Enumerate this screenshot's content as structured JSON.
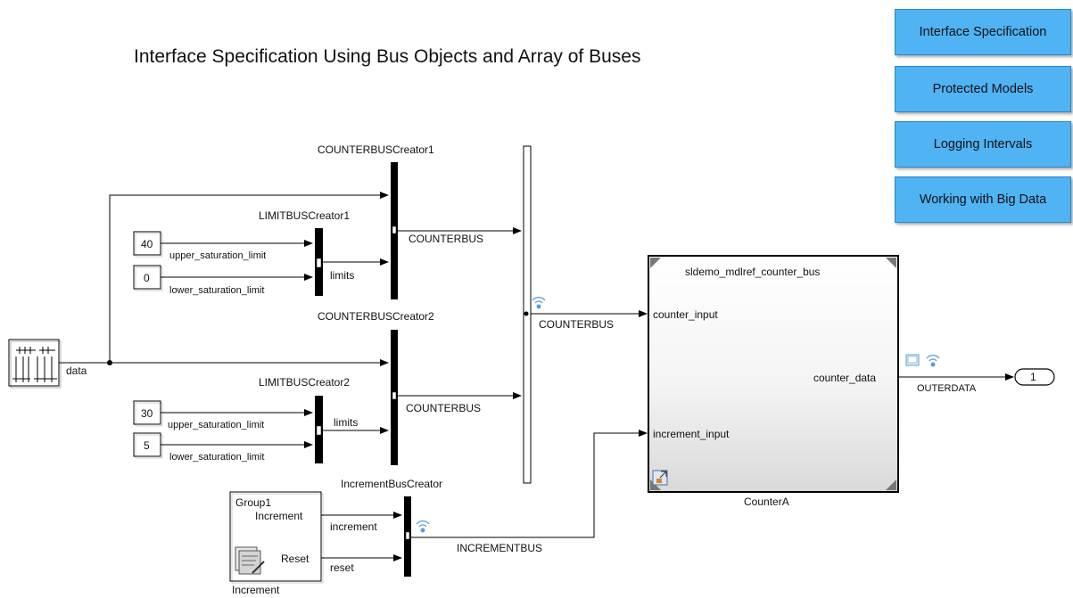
{
  "title": "Interface Specification Using Bus Objects and Array of Buses",
  "nav_buttons": [
    "Interface Specification",
    "Protected Models",
    "Logging Intervals",
    "Working with Big Data"
  ],
  "blocks": {
    "counter_bus_creator1": "COUNTERBUSCreator1",
    "counter_bus_creator2": "COUNTERBUSCreator2",
    "limit_bus_creator1": "LIMITBUSCreator1",
    "limit_bus_creator2": "LIMITBUSCreator2",
    "increment_bus_creator": "IncrementBusCreator",
    "const_upper1": "40",
    "const_lower1": "0",
    "const_upper2": "30",
    "const_lower2": "5",
    "subsystem_title": "Group1",
    "subsystem_port_increment": "Increment",
    "subsystem_port_reset": "Reset",
    "subsystem_name": "Increment",
    "model_title": "sldemo_mdlref_counter_bus",
    "model_port_counter_input": "counter_input",
    "model_port_increment_input": "increment_input",
    "model_port_counter_data": "counter_data",
    "model_name": "CounterA",
    "outport_number": "1"
  },
  "signals": {
    "data": "data",
    "upper1": "upper_saturation_limit",
    "lower1": "lower_saturation_limit",
    "upper2": "upper_saturation_limit",
    "lower2": "lower_saturation_limit",
    "limits1": "limits",
    "limits2": "limits",
    "counterbus1": "COUNTERBUS",
    "counterbus2": "COUNTERBUS",
    "counterbus_array": "COUNTERBUS",
    "increment": "increment",
    "reset": "reset",
    "incrementbus": "INCREMENTBUS",
    "outerdata": "OUTERDATA"
  },
  "colors": {
    "nav_button": "#4fb3f4",
    "logging_badge": "#5b9bd5"
  }
}
